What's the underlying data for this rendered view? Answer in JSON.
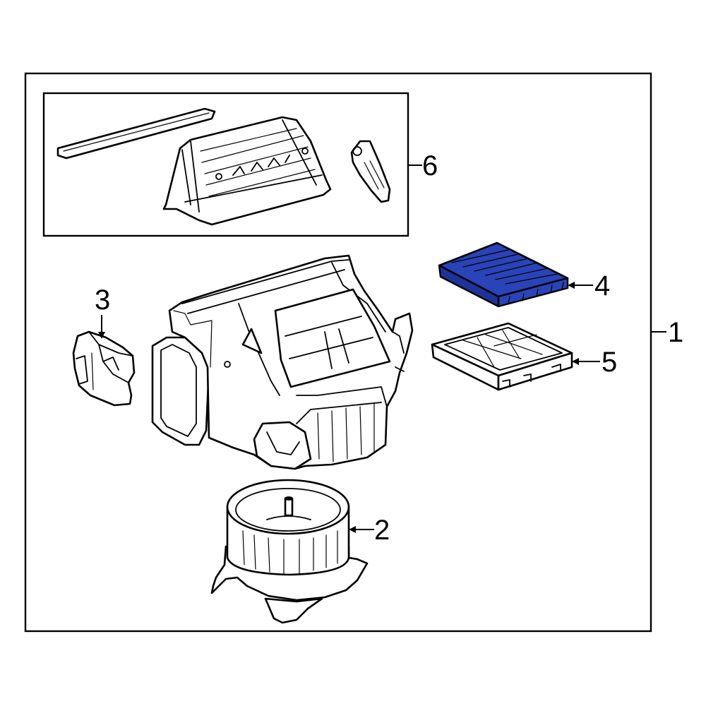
{
  "callouts": {
    "c1": "1",
    "c2": "2",
    "c3": "3",
    "c4": "4",
    "c5": "5",
    "c6": "6"
  },
  "colors": {
    "highlight": "#2a43b8",
    "highlight_dark": "#1a2a80",
    "line": "#000000",
    "background": "#ffffff"
  }
}
